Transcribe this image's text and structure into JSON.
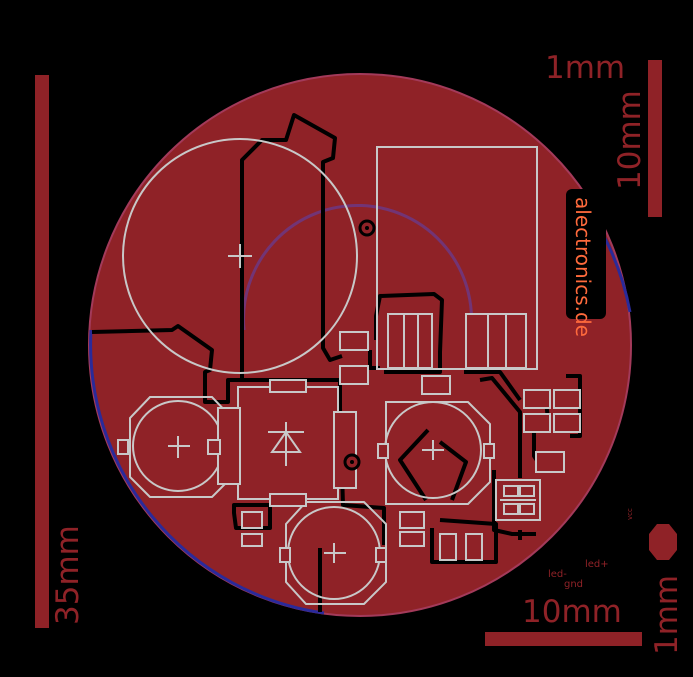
{
  "pcb": {
    "colors": {
      "background": "#000000",
      "copper": "#8f2227",
      "copper_edge": "#a33a5a",
      "outline": "#2a2a9a",
      "silk": "#c8c8c8",
      "trace": "#000000",
      "label": "#8f2227",
      "brand_text": "#ff6a3c"
    },
    "scale": {
      "top_right_label": "1mm",
      "right_vertical_label": "10mm",
      "left_vertical_label": "35mm",
      "bottom_label": "10mm",
      "bottom_right_vertical_label": "1mm"
    },
    "brand": "alectronics.de",
    "pads": {
      "led_minus": "led-",
      "gnd": "gnd",
      "led_plus": "led+",
      "vcc": "vcc"
    }
  }
}
